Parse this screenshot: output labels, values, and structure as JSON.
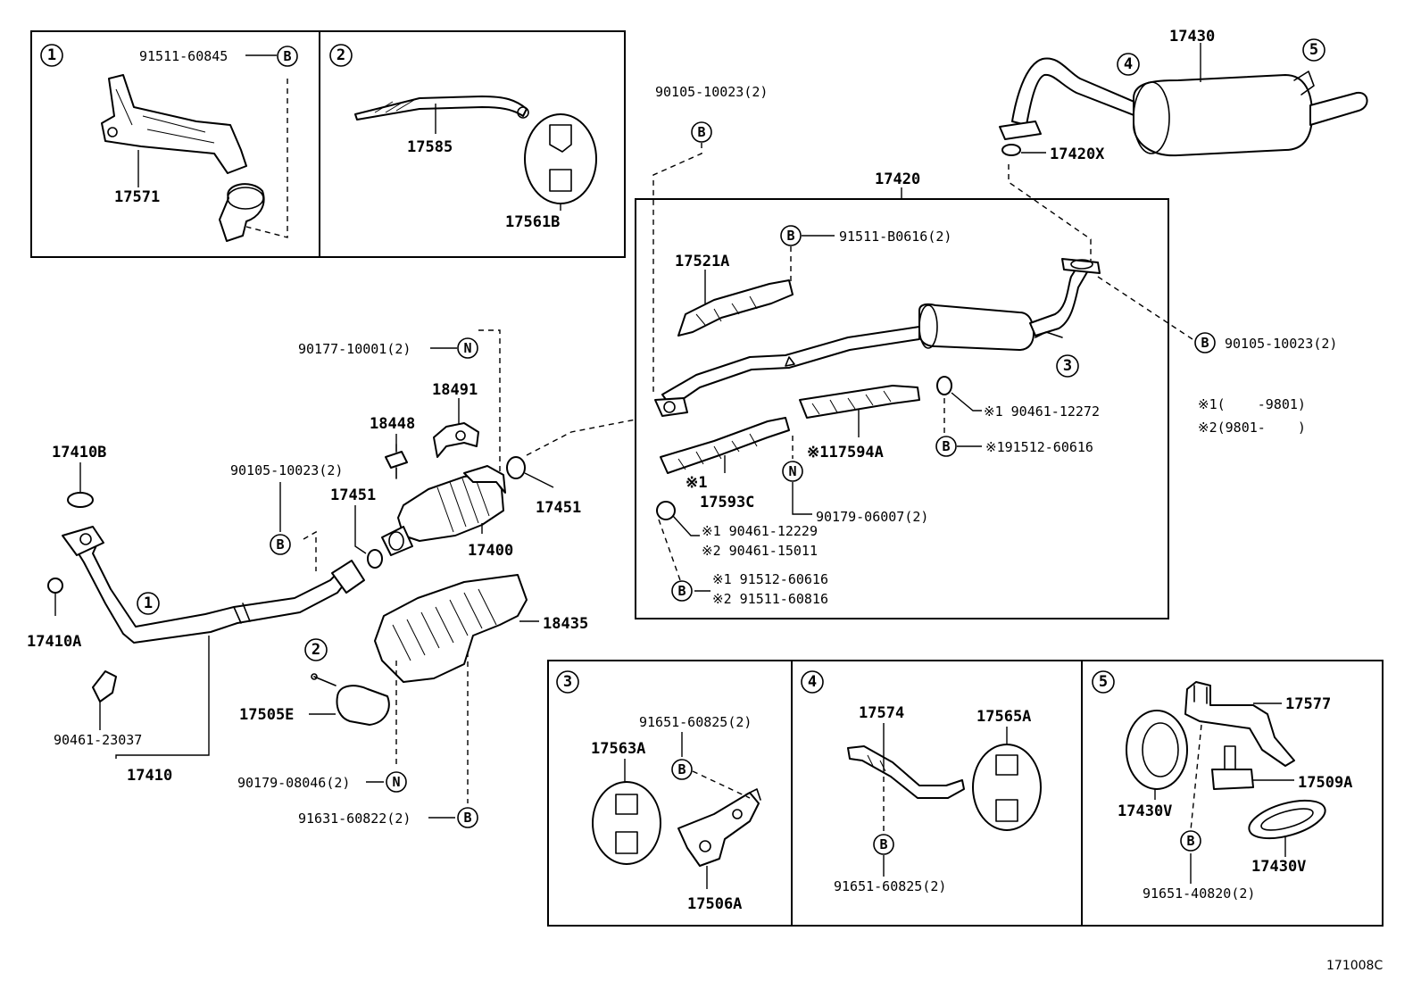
{
  "figure_code": "171008C",
  "ref_markers": {
    "b": "B",
    "n": "N",
    "star": "※"
  },
  "detail_numbers": [
    "1",
    "2",
    "3",
    "4",
    "5"
  ],
  "parts": {
    "p17571": "17571",
    "p91511_60845": "91511-60845",
    "p17585": "17585",
    "p17561B": "17561B",
    "p90105_10023_top": "90105-10023(2)",
    "p17430": "17430",
    "p17420X": "17420X",
    "p17420": "17420",
    "p91511_B0616": "91511-B0616(2)",
    "p17521A": "17521A",
    "p90105_10023_right": "90105-10023(2)",
    "p90461_12272": "90461-12272",
    "p91512_60616_top": "91512-60616",
    "p17594A": "17594A",
    "p17593C": "17593C",
    "p90179_06007": "90179-06007(2)",
    "p90461_12229": "90461-12229",
    "p90461_15011": "90461-15011",
    "p91512_60616_bottom": "91512-60616",
    "p91511_60816": "91511-60816",
    "p90177_10001": "90177-10001(2)",
    "p18491": "18491",
    "p18448": "18448",
    "p17451_left": "17451",
    "p17451_right": "17451",
    "p90105_10023_mid": "90105-10023(2)",
    "p17400": "17400",
    "p17410B": "17410B",
    "p17410A": "17410A",
    "p90461_23037": "90461-23037",
    "p17410": "17410",
    "p18435": "18435",
    "p17505E": "17505E",
    "p90179_08046": "90179-08046(2)",
    "p91631_60822": "91631-60822(2)",
    "p91651_60825_a": "91651-60825(2)",
    "p17563A": "17563A",
    "p17506A": "17506A",
    "p17574": "17574",
    "p17565A": "17565A",
    "p91651_60825_b": "91651-60825(2)",
    "p17577": "17577",
    "p17509A": "17509A",
    "p17430V_a": "17430V",
    "p17430V_b": "17430V",
    "p91651_40820": "91651-40820(2)"
  },
  "notes": {
    "n1_mark": "※1",
    "n2_mark": "※2",
    "n1_range": "(    -9801)",
    "n2_range": "(9801-    )"
  }
}
